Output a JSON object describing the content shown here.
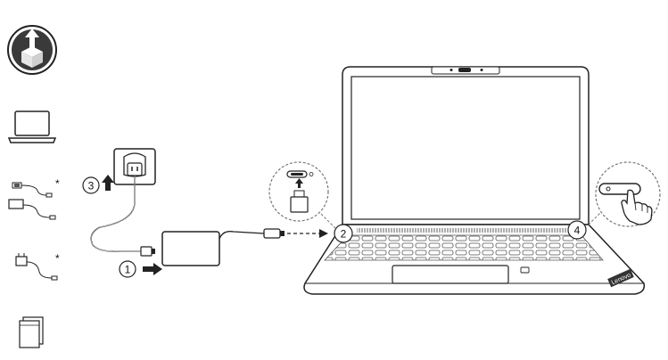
{
  "steps": [
    {
      "number": "1"
    },
    {
      "number": "2"
    },
    {
      "number": "3"
    },
    {
      "number": "4"
    }
  ],
  "asterisks": [
    "*",
    "*"
  ],
  "keyboard_brand_label": "Lenovo",
  "colors": {
    "line": "#1a1a1a",
    "fill_dark": "#3a3a3a",
    "fill_light": "#d8d8d8",
    "background": "#ffffff"
  }
}
